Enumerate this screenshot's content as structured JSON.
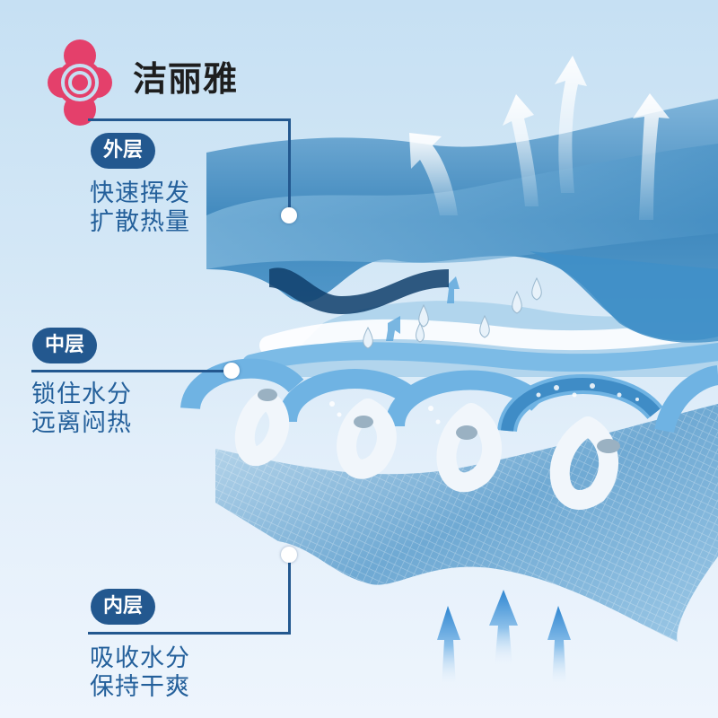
{
  "brand": {
    "name": "洁丽雅",
    "logo_icon": "four-petal-flower-rings-icon",
    "logo_color": "#e4406b"
  },
  "colors": {
    "badge_bg": "#23588f",
    "text_blue": "#24609b",
    "bg_top": "#c6e0f3",
    "bg_bottom": "#eef5fd"
  },
  "layers": [
    {
      "badge": "外层",
      "lines": [
        "快速挥发",
        "扩散热量"
      ]
    },
    {
      "badge": "中层",
      "lines": [
        "锁住水分",
        "远离闷热"
      ]
    },
    {
      "badge": "内层",
      "lines": [
        "吸收水分",
        "保持干爽"
      ]
    }
  ],
  "illustration": {
    "top_layer": "wavy-blue-fabric-with-heat-arrows",
    "middle_layer": "spiral-fibers-with-water-drops",
    "bottom_layer": "mesh-fabric-with-upward-arrows"
  }
}
